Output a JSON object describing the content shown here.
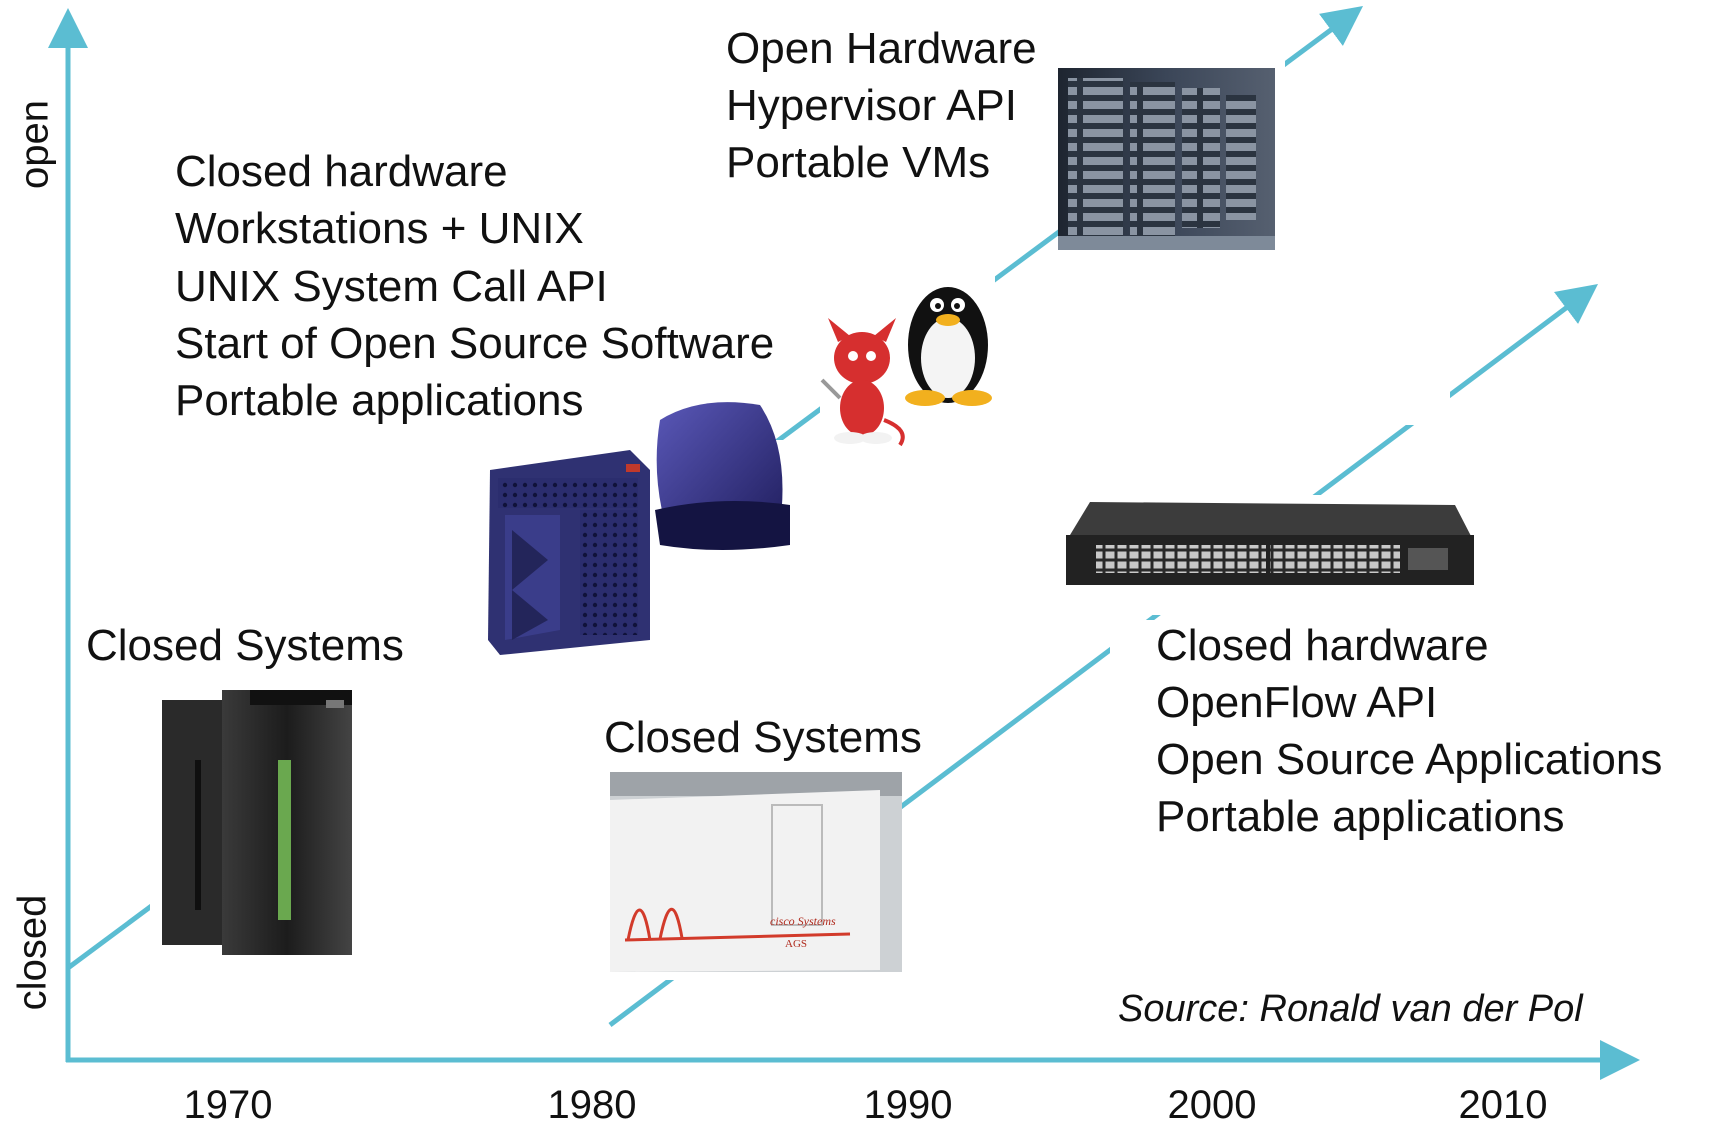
{
  "y_axis": {
    "top_label": "open",
    "bottom_label": "closed"
  },
  "x_axis": {
    "ticks": [
      "1970",
      "1980",
      "1990",
      "2000",
      "2010"
    ]
  },
  "groups": {
    "mainframe": {
      "heading": "Closed Systems"
    },
    "workstation": {
      "lines": [
        "Closed hardware",
        "Workstations + UNIX",
        "UNIX System Call API",
        "Start of Open Source Software",
        "Portable applications"
      ]
    },
    "server": {
      "lines": [
        "Open Hardware",
        "Hypervisor API",
        "Portable VMs"
      ]
    },
    "router": {
      "heading": "Closed Systems",
      "device_brand": "cisco Systems",
      "device_model": "AGS"
    },
    "openflow": {
      "lines": [
        "Closed hardware",
        "OpenFlow API",
        "Open Source Applications",
        "Portable applications"
      ]
    }
  },
  "source": "Source: Ronald van der Pol",
  "colors": {
    "axis": "#5bbdd2",
    "trend": "#5bbdd2",
    "text": "#111111"
  }
}
